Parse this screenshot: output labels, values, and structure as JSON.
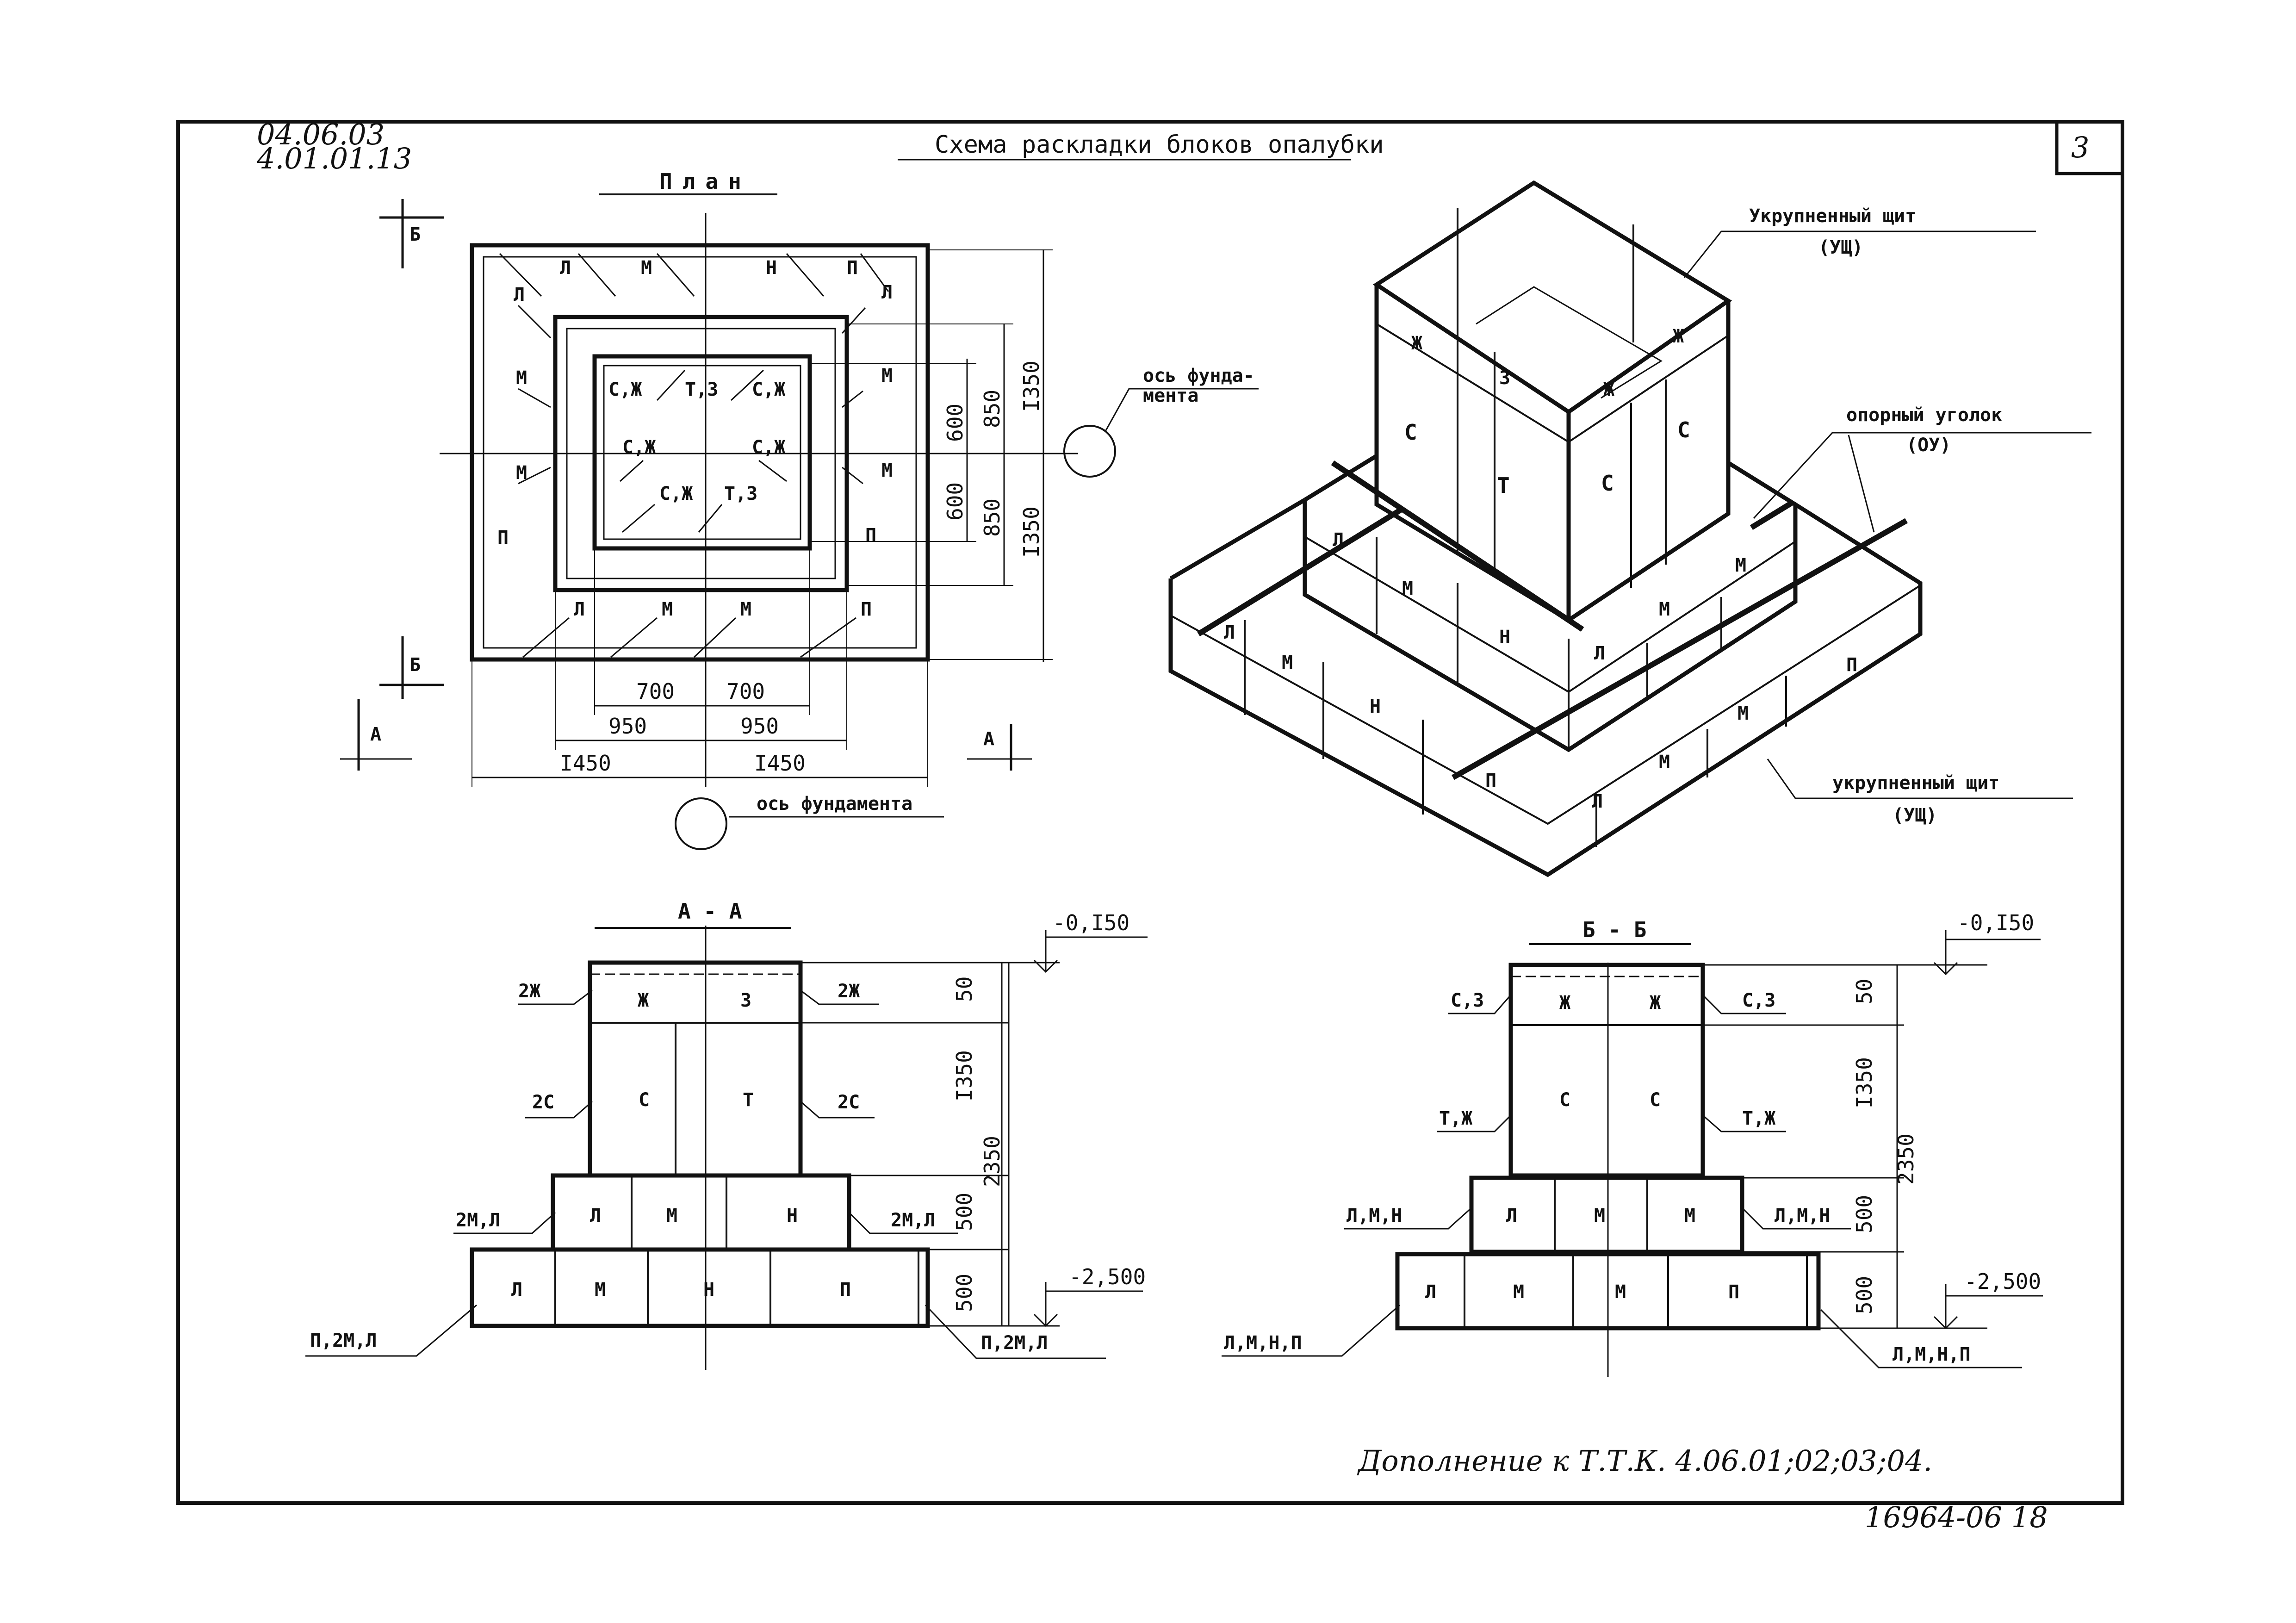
{
  "sheet": {
    "corner_codes": [
      "04.06.03",
      "4.01.01.13"
    ],
    "title": "Схема раскладки блоков опалубки",
    "sheet_number": "3",
    "footer_note": "Дополнение к Т.Т.К. 4.06.01;02;03;04.",
    "doc_code": "16964-06 18"
  },
  "plan": {
    "title": "План",
    "section_marks": {
      "b": "Б",
      "a": "А"
    },
    "outer_top_labels": [
      "Л",
      "М",
      "Н",
      "П"
    ],
    "outer_side_labels_left": [
      "Л",
      "М",
      "М",
      "П"
    ],
    "outer_side_labels_right": [
      "Л",
      "М",
      "М",
      "П"
    ],
    "outer_bottom_labels": [
      "Л",
      "М",
      "М",
      "П"
    ],
    "inner_labels": [
      "С,Ж",
      "Т,З",
      "С,Ж",
      "С,Ж",
      "С,Ж",
      "С,Ж",
      "Т,З"
    ],
    "axis_label_right": "ось фунда-\nмента",
    "axis_label_right_1": "ось фунда-",
    "axis_label_right_2": "мента",
    "axis_label_bottom": "ось фундамента",
    "dims_vertical_inner": [
      "600",
      "600"
    ],
    "dims_vertical_mid": [
      "850",
      "850"
    ],
    "dims_vertical_outer": [
      "I350",
      "I350"
    ],
    "dims_horizontal_1": [
      "700",
      "700"
    ],
    "dims_horizontal_2": [
      "950",
      "950"
    ],
    "dims_horizontal_3": [
      "I450",
      "I450"
    ]
  },
  "iso": {
    "labels_column": [
      "Ж",
      "З",
      "Ж",
      "Ж",
      "С",
      "Т",
      "С",
      "С"
    ],
    "labels_lower_inner": [
      "Л",
      "М",
      "Н",
      "Л",
      "М",
      "М"
    ],
    "labels_lower_outer": [
      "Л",
      "М",
      "Н",
      "П",
      "Л",
      "М",
      "М",
      "П"
    ],
    "callout_top": "Укрупненный щит",
    "callout_top_abbr": "(УЩ)",
    "callout_mid": "опорный уголок",
    "callout_mid_abbr": "(ОУ)",
    "callout_bottom": "укрупненный щит",
    "callout_bottom_abbr": "(УЩ)"
  },
  "section_aa": {
    "title": "А - А",
    "top_row": [
      "Ж",
      "З"
    ],
    "mid_row": [
      "С",
      "Т"
    ],
    "step_row": [
      "Л",
      "М",
      "Н"
    ],
    "base_row": [
      "Л",
      "М",
      "Н",
      "П"
    ],
    "left_callouts": [
      "2Ж",
      "2С",
      "2М,Л",
      "П,2М,Л"
    ],
    "right_callouts": [
      "2Ж",
      "2С",
      "2М,Л",
      "П,2М,Л"
    ],
    "elev_top": "-0,I50",
    "elev_bottom": "-2,500",
    "dims": [
      "50",
      "I350",
      "500",
      "500",
      "2350"
    ]
  },
  "section_bb": {
    "title": "Б - Б",
    "top_row": [
      "Ж",
      "Ж"
    ],
    "mid_row": [
      "С",
      "С"
    ],
    "step_row": [
      "Л",
      "М",
      "М"
    ],
    "base_row": [
      "Л",
      "М",
      "М",
      "П"
    ],
    "left_callouts": [
      "С,З",
      "Т,Ж",
      "Л,М,Н",
      "Л,М,Н,П"
    ],
    "right_callouts": [
      "С,З",
      "Т,Ж",
      "Л,М,Н",
      "Л,М,Н,П"
    ],
    "elev_top": "-0,I50",
    "elev_bottom": "-2,500",
    "dims": [
      "50",
      "I350",
      "500",
      "500",
      "2350"
    ]
  }
}
